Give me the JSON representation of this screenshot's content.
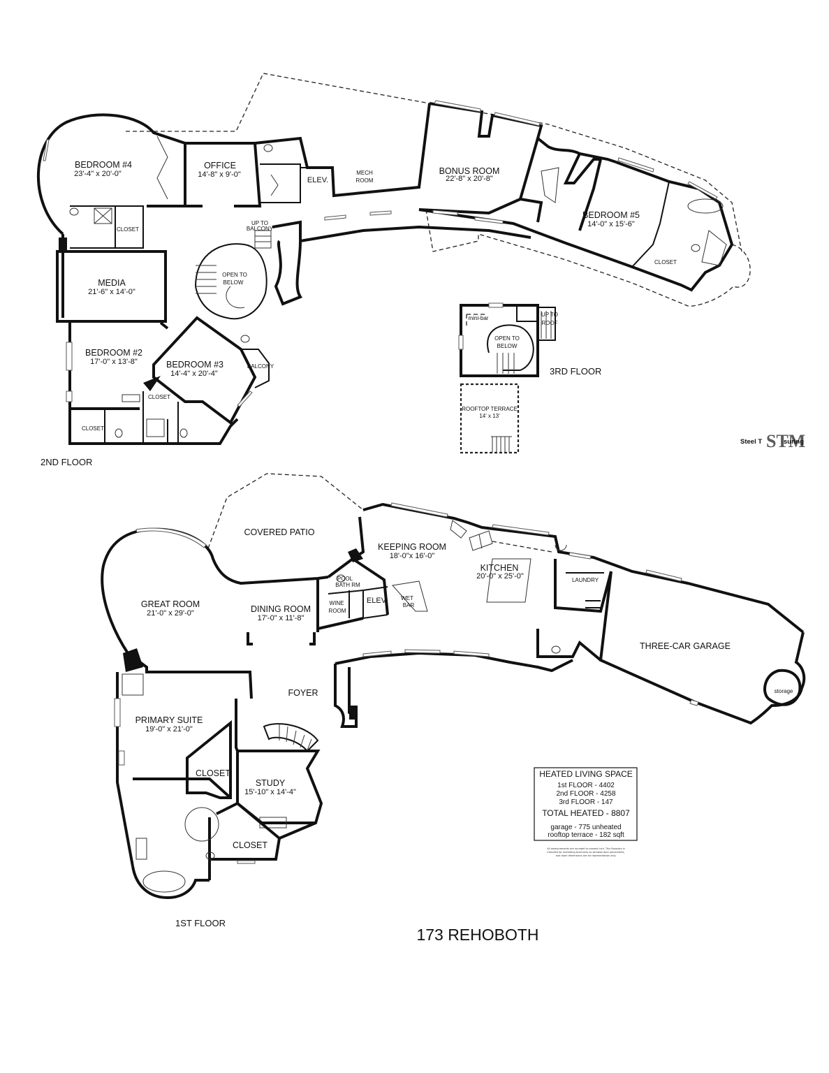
{
  "address": "173 REHOBOTH",
  "floors": {
    "second": "2ND FLOOR",
    "third": "3RD FLOOR",
    "first": "1ST FLOOR"
  },
  "rooms2": {
    "bedroom4": {
      "name": "BEDROOM #4",
      "dim": "23'-4\" x 20'-0\""
    },
    "office": {
      "name": "OFFICE",
      "dim": "14'-8\" x 9'-0\""
    },
    "elev": "ELEV.",
    "mech1": "MECH",
    "mech2": "ROOM",
    "bonus": {
      "name": "BONUS ROOM",
      "dim": "22'-8\" x 20'-8\""
    },
    "bedroom5": {
      "name": "BEDROOM #5",
      "dim": "14'-0\" x 15'-6\""
    },
    "closet_a": "CLOSET",
    "closet_b": "CLOSET",
    "up_balcony1": "UP TO",
    "up_balcony2": "BALCONY",
    "media": {
      "name": "MEDIA",
      "dim": "21'-6\" x 14'-0\""
    },
    "open1": "OPEN TO",
    "open2": "BELOW",
    "bedroom2": {
      "name": "BEDROOM #2",
      "dim": "17'-0\" x 13'-8\""
    },
    "bedroom3": {
      "name": "BEDROOM #3",
      "dim": "14'-4\" x 20'-4\""
    },
    "balcony": "BALCONY",
    "closet_c": "CLOSET",
    "closet_d": "CLOSET"
  },
  "rooms3": {
    "minibar": "mini-bar",
    "up_roof1": "UP TO",
    "up_roof2": "ROOF",
    "open1": "OPEN TO",
    "open2": "BELOW",
    "terrace": {
      "name": "ROOFTOP TERRACE",
      "dim": "14' x 13'"
    }
  },
  "rooms1": {
    "patio": "COVERED PATIO",
    "keeping": {
      "name": "KEEPING ROOM",
      "dim": "18'-0\"x 16'-0\""
    },
    "kitchen": {
      "name": "KITCHEN",
      "dim": "20'-0\" x 25'-0\""
    },
    "great": {
      "name": "GREAT ROOM",
      "dim": "21'-0\" x 29'-0\""
    },
    "dining": {
      "name": "DINING ROOM",
      "dim": "17'-0\" x 11'-8\""
    },
    "pool1": "POOL",
    "pool2": "BATH RM",
    "wine1": "WINE",
    "wine2": "ROOM",
    "elev": "ELEV.",
    "wet1": "WET",
    "wet2": "BAR",
    "laundry": "LAUNDRY",
    "garage": "THREE-CAR GARAGE",
    "storage": "storage",
    "foyer": "FOYER",
    "primary": {
      "name": "PRIMARY SUITE",
      "dim": "19'-0\" x 21'-0\""
    },
    "closet_a": "CLOSET",
    "study": {
      "name": "STUDY",
      "dim": "15'-10\" x 14'-4\""
    },
    "closet_b": "CLOSET"
  },
  "legend": {
    "title": "HEATED LIVING SPACE",
    "line1": "1st FLOOR - 4402",
    "line2": "2nd FLOOR - 4258",
    "line3": "3rd FLOOR - 147",
    "total": "TOTAL HEATED - 8807",
    "extra1": "garage - 775 unheated",
    "extra2": "rooftop terrace - 182 sqft",
    "disc1": "All measurements are rounded to nearest inch. This floorplan is",
    "disc2": "intended for marketing brochures so window/ door placements,",
    "disc3": "and room dimensions are for representation only."
  },
  "brand": {
    "text_left": "Steel T",
    "mark": "STM",
    "text_right": "suring"
  }
}
